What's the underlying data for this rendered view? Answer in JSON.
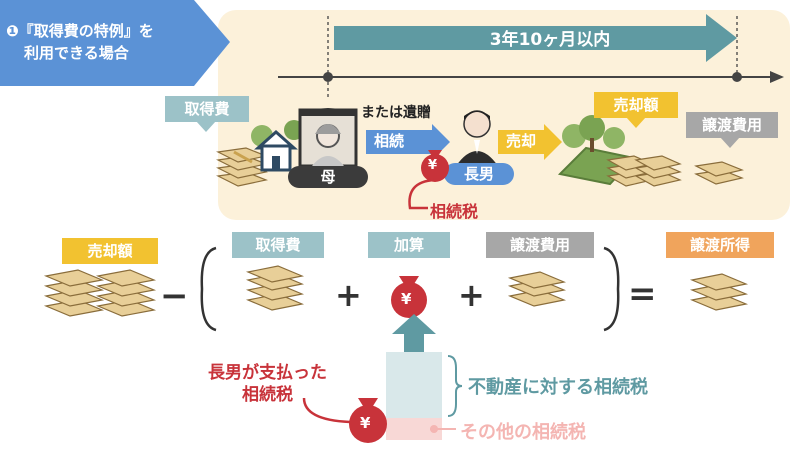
{
  "header": {
    "line1": "❶『取得費の特例』を",
    "line2": "利用できる場合"
  },
  "timeline": {
    "period": "3年10ヶ月以内"
  },
  "top": {
    "acquisition_cost": "取得費",
    "or_gift": "または遺贈",
    "inheritance": "相続",
    "mother": "母",
    "eldest_son": "長男",
    "sale": "売却",
    "sale_price": "売却額",
    "transfer_cost": "譲渡費用",
    "inheritance_tax": "相続税",
    "yen": "¥"
  },
  "formula": {
    "sale_price": "売却額",
    "minus": "−",
    "acquisition_cost": "取得費",
    "plus1": "+",
    "addition": "加算",
    "plus2": "+",
    "transfer_cost": "譲渡費用",
    "equals": "=",
    "transfer_income": "譲渡所得",
    "yen": "¥"
  },
  "bottom": {
    "paid_by_son_line1": "長男が支払った",
    "paid_by_son_line2": "相続税",
    "real_estate_tax": "不動産に対する相続税",
    "other_tax": "その他の相続税",
    "yen": "¥"
  },
  "colors": {
    "header_blue": "#5b92d6",
    "panel_cream": "#fcf1da",
    "teal": "#5f9aa2",
    "red": "#c8333a",
    "yellow": "#f2c230",
    "orange": "#f0a45c"
  }
}
